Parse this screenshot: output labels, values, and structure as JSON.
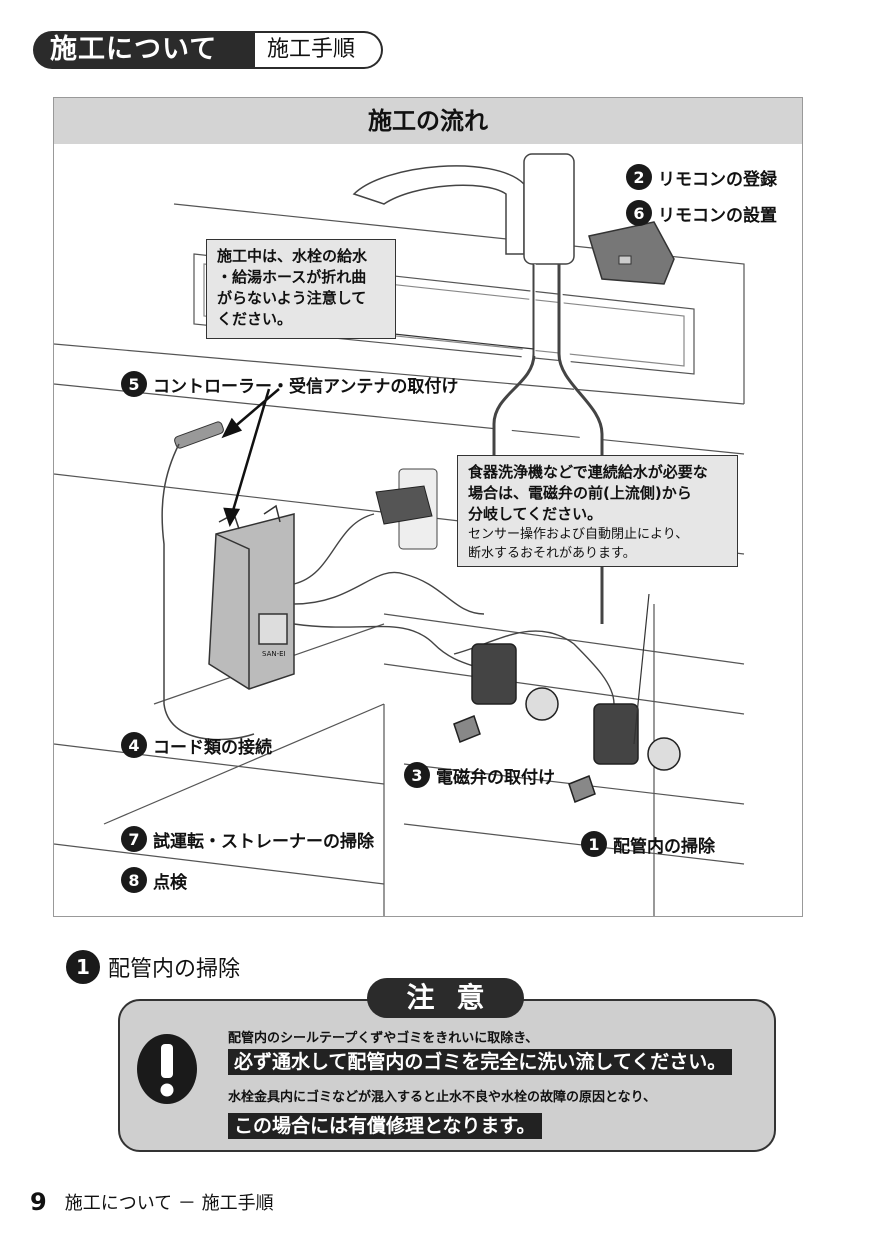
{
  "header": {
    "main": "施工について",
    "sub": "施工手順"
  },
  "figure": {
    "title": "施工の流れ",
    "steps": {
      "s2": {
        "num": "2",
        "label": "リモコンの登録"
      },
      "s6": {
        "num": "6",
        "label": "リモコンの設置"
      },
      "s5": {
        "num": "5",
        "label": "コントローラー・受信アンテナの取付け"
      },
      "s4": {
        "num": "4",
        "label": "コード類の接続"
      },
      "s3": {
        "num": "3",
        "label": "電磁弁の取付け"
      },
      "s7": {
        "num": "7",
        "label": "試運転・ストレーナーの掃除"
      },
      "s1": {
        "num": "1",
        "label": "配管内の掃除"
      },
      "s8": {
        "num": "8",
        "label": "点検"
      }
    },
    "note1": {
      "lines": [
        "施工中は、水栓の給水",
        "・給湯ホースが折れ曲",
        "がらないよう注意して",
        "ください。"
      ]
    },
    "note2": {
      "lines": [
        "食器洗浄機などで連続給水が必要な",
        "場合は、電磁弁の前(上流側)から",
        "分岐してください。"
      ],
      "small": [
        "センサー操作および自動閉止により、",
        "断水するおそれがあります。"
      ]
    },
    "controller_brand": "SAN-EI"
  },
  "section1": {
    "num": "1",
    "title": "配管内の掃除",
    "caution_label": "注意",
    "line1": "配管内のシールテープくずやゴミをきれいに取除き、",
    "line2": "必ず通水して配管内のゴミを完全に洗い流してください。",
    "line3": "水栓金具内にゴミなどが混入すると止水不良や水栓の故障の原因となり、",
    "line4": "この場合には有償修理となります。"
  },
  "footer": {
    "page": "9",
    "text": "施工について － 施工手順"
  }
}
